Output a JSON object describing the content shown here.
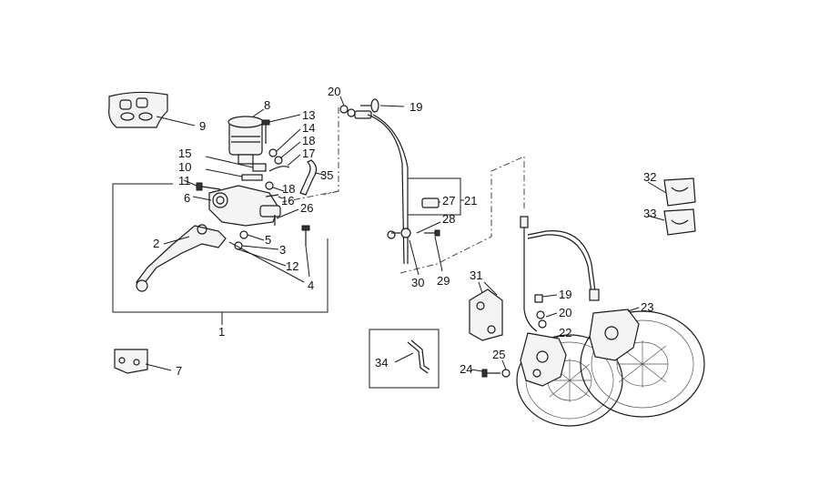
{
  "callouts": {
    "c1": "1",
    "c2": "2",
    "c3": "3",
    "c4": "4",
    "c5": "5",
    "c6": "6",
    "c7": "7",
    "c8": "8",
    "c9": "9",
    "c10": "10",
    "c11": "11",
    "c12": "12",
    "c13": "13",
    "c14": "14",
    "c15": "15",
    "c16": "16",
    "c17": "17",
    "c18a": "18",
    "c18b": "18",
    "c19a": "19",
    "c19b": "19",
    "c20a": "20",
    "c20b": "20",
    "c21": "21",
    "c22": "22",
    "c23": "23",
    "c24": "24",
    "c25": "25",
    "c26": "26",
    "c27": "27",
    "c28": "28",
    "c29": "29",
    "c30": "30",
    "c31": "31",
    "c32": "32",
    "c33": "33",
    "c34": "34",
    "c35": "35"
  }
}
